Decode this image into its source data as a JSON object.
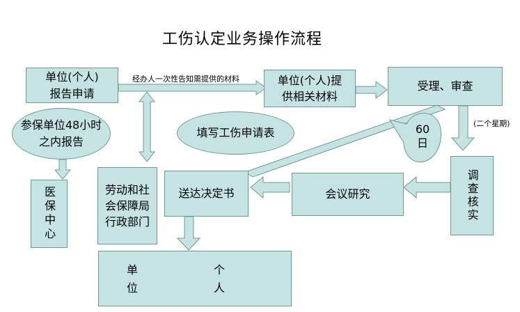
{
  "title": "工伤认定业务操作流程",
  "nodes": {
    "unit_report_l1": "单位(个人)",
    "unit_report_l2": "报告申请",
    "unit_provide_l1": "单位(个人)提",
    "unit_provide_l2": "供相关材料",
    "accept_review": "受理、审查",
    "insured_report_l1": "参保单位48小时",
    "insured_report_l2": "之内报告",
    "fill_form": "填写工伤申请表",
    "medical_center": "医保中心",
    "labor_bureau_l1": "劳动和社",
    "labor_bureau_l2": "会保障局",
    "labor_bureau_l3": "行政部门",
    "deliver_decision": "送达决定书",
    "meeting_study": "会议研究",
    "investigate": "调查核实",
    "final_unit": "单位",
    "final_personal": "个人",
    "final_unit_a": "单",
    "final_unit_b": "位",
    "final_personal_a": "个",
    "final_personal_b": "人",
    "callout_60": "60",
    "callout_day": "日"
  },
  "labels": {
    "one_time_notice": "经办人一次性告知需提供的材料",
    "two_weeks": "(二个星期)"
  },
  "colors": {
    "box_fill": "#c6e3e3",
    "box_border": "#6f9797",
    "arrow_fill": "#c6e3e3"
  }
}
